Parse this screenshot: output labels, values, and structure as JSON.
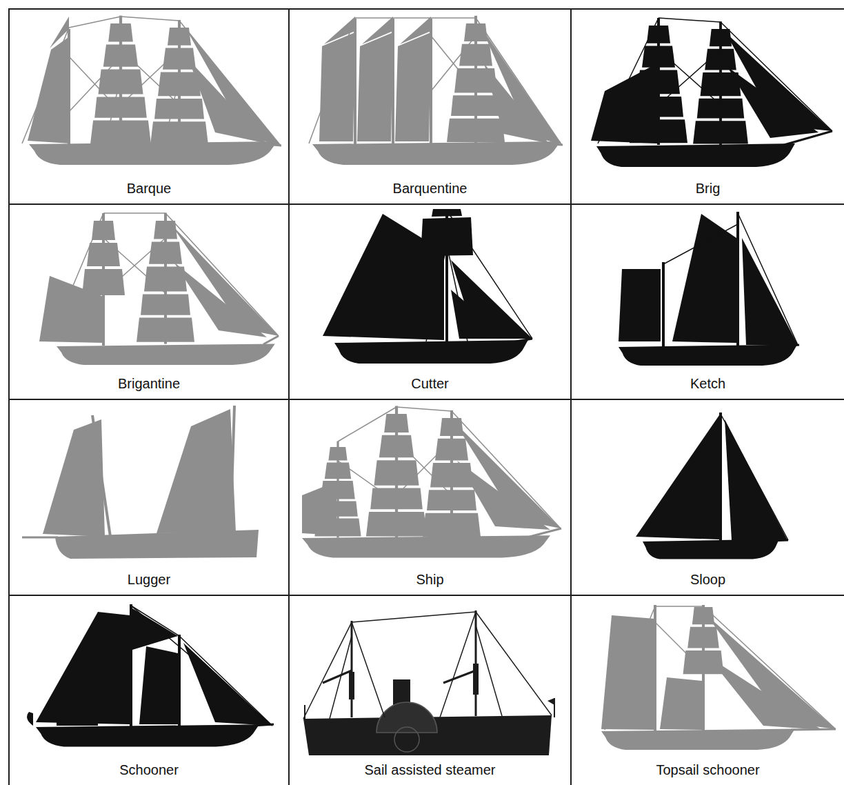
{
  "diagram": {
    "nodes": [
      {
        "text": [
          "Barque"
        ]
      },
      {
        "text": [
          "Barquentine"
        ]
      },
      {
        "text": [
          "Brig"
        ]
      },
      {
        "text": [
          "Brigantine"
        ]
      },
      {
        "text": [
          "Cutter"
        ]
      },
      {
        "text": [
          "Ketch"
        ]
      },
      {
        "text": [
          "Lugger"
        ]
      },
      {
        "text": [
          "Ship"
        ]
      },
      {
        "text": [
          "Sloop"
        ]
      },
      {
        "text": [
          "Schooner"
        ]
      },
      {
        "text": [
          "Sail assisted steamer"
        ]
      },
      {
        "text": [
          "Topsail schooner"
        ]
      }
    ]
  }
}
